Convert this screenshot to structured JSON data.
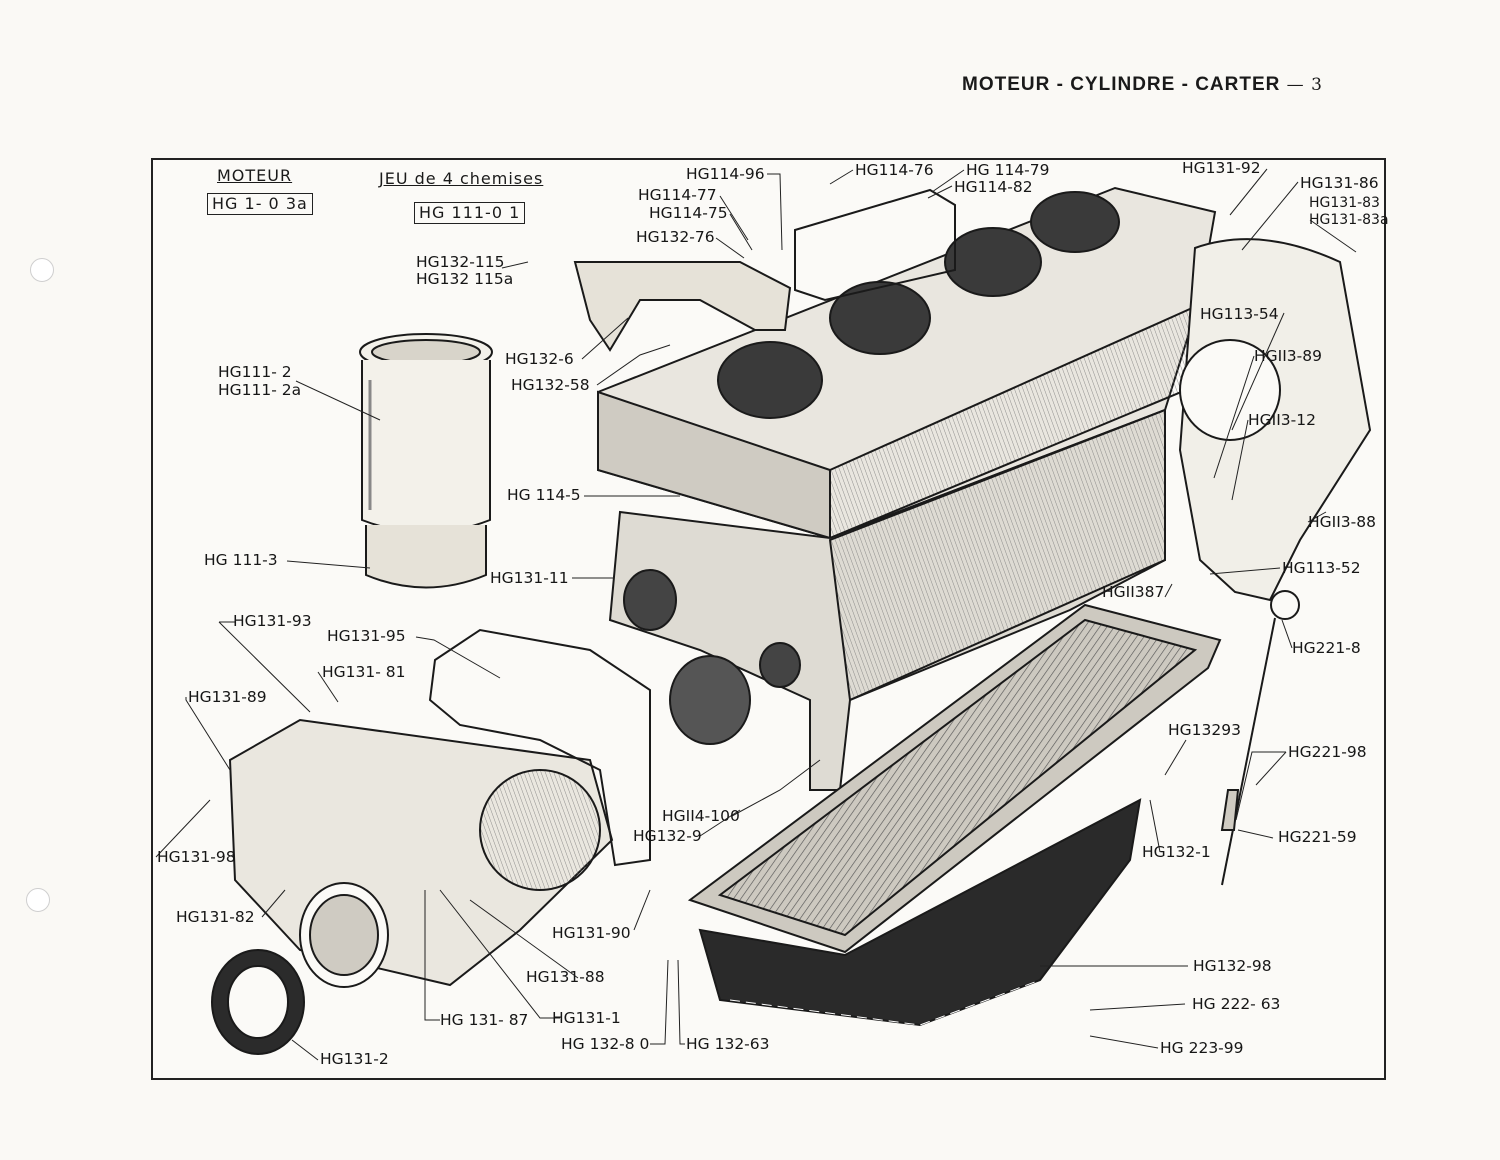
{
  "header": {
    "title": "MOTEUR - CYLINDRE - CARTER",
    "page": "— 3"
  },
  "moteur": {
    "heading": "MOTEUR",
    "ref": "HG 1- 0 3a"
  },
  "chemises": {
    "heading": "JEU de 4 chemises",
    "ref": "HG 111-0 1"
  },
  "labels": {
    "hg114_96": "HG114-96",
    "hg114_76": "HG114-76",
    "hg114_79": "HG 114-79",
    "hg114_82": "HG114-82",
    "hg114_77": "HG114-77",
    "hg114_75": "HG114-75",
    "hg132_76": "HG132-76",
    "hg132_115": "HG132-115",
    "hg132_115a": "HG132 115a",
    "hg131_92": "HG131-92",
    "hg131_86": "HG131-86",
    "hg131_83": "HG131-83",
    "hg131_83a": "HG131-83a",
    "hg111_2": "HG111- 2",
    "hg111_2a": "HG111- 2a",
    "hg132_6": "HG132-6",
    "hg132_58": "HG132-58",
    "hg113_54": "HG113-54",
    "hg113_89": "HGII3-89",
    "hg113_12": "HGII3-12",
    "hg114_5": "HG 114-5",
    "hg111_3": "HG 111-3",
    "hg131_11": "HG131-11",
    "hg113_88": "HGII3-88",
    "hg113_52": "HG113-52",
    "hg113_87": "HGII387",
    "hg131_93": "HG131-93",
    "hg131_95": "HG131-95",
    "hg131_81": "HG131- 81",
    "hg131_89": "HG131-89",
    "hg221_8": "HG221-8",
    "hg132_93": "HG13293",
    "hg221_98": "HG221-98",
    "hg114_100": "HGII4-100",
    "hg132_9": "HG132-9",
    "hg132_1": "HG132-1",
    "hg221_59": "HG221-59",
    "hg131_98": "HG131-98",
    "hg131_82": "HG131-82",
    "hg131_90": "HG131-90",
    "hg131_88": "HG131-88",
    "hg132_98": "HG132-98",
    "hg222_63": "HG 222- 63",
    "hg131_87": "HG 131- 87",
    "hg131_1": "HG131-1",
    "hg132_80": "HG 132-8 0",
    "hg132_63": "HG 132-63",
    "hg223_99": "HG 223-99",
    "hg131_2": "HG131-2"
  }
}
